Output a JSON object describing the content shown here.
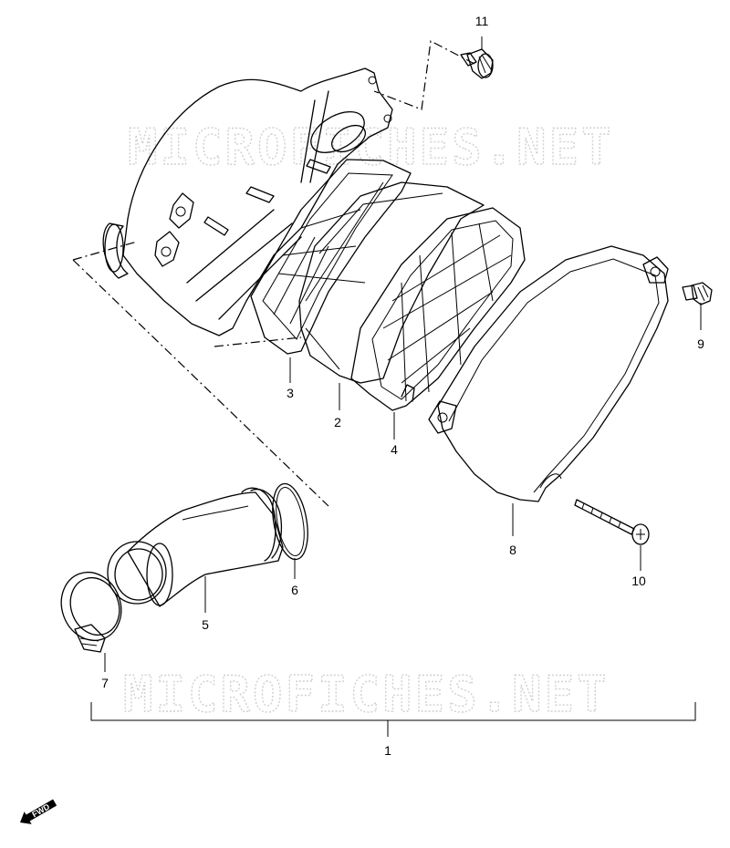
{
  "watermarks": [
    "MICROFICHES.NET",
    "MICROFICHES.NET"
  ],
  "callouts": {
    "p1": "1",
    "p2": "2",
    "p3": "3",
    "p4": "4",
    "p5": "5",
    "p6": "6",
    "p7": "7",
    "p8": "8",
    "p9": "9",
    "p10": "10",
    "p11": "11"
  },
  "fwd_label": "FWD"
}
